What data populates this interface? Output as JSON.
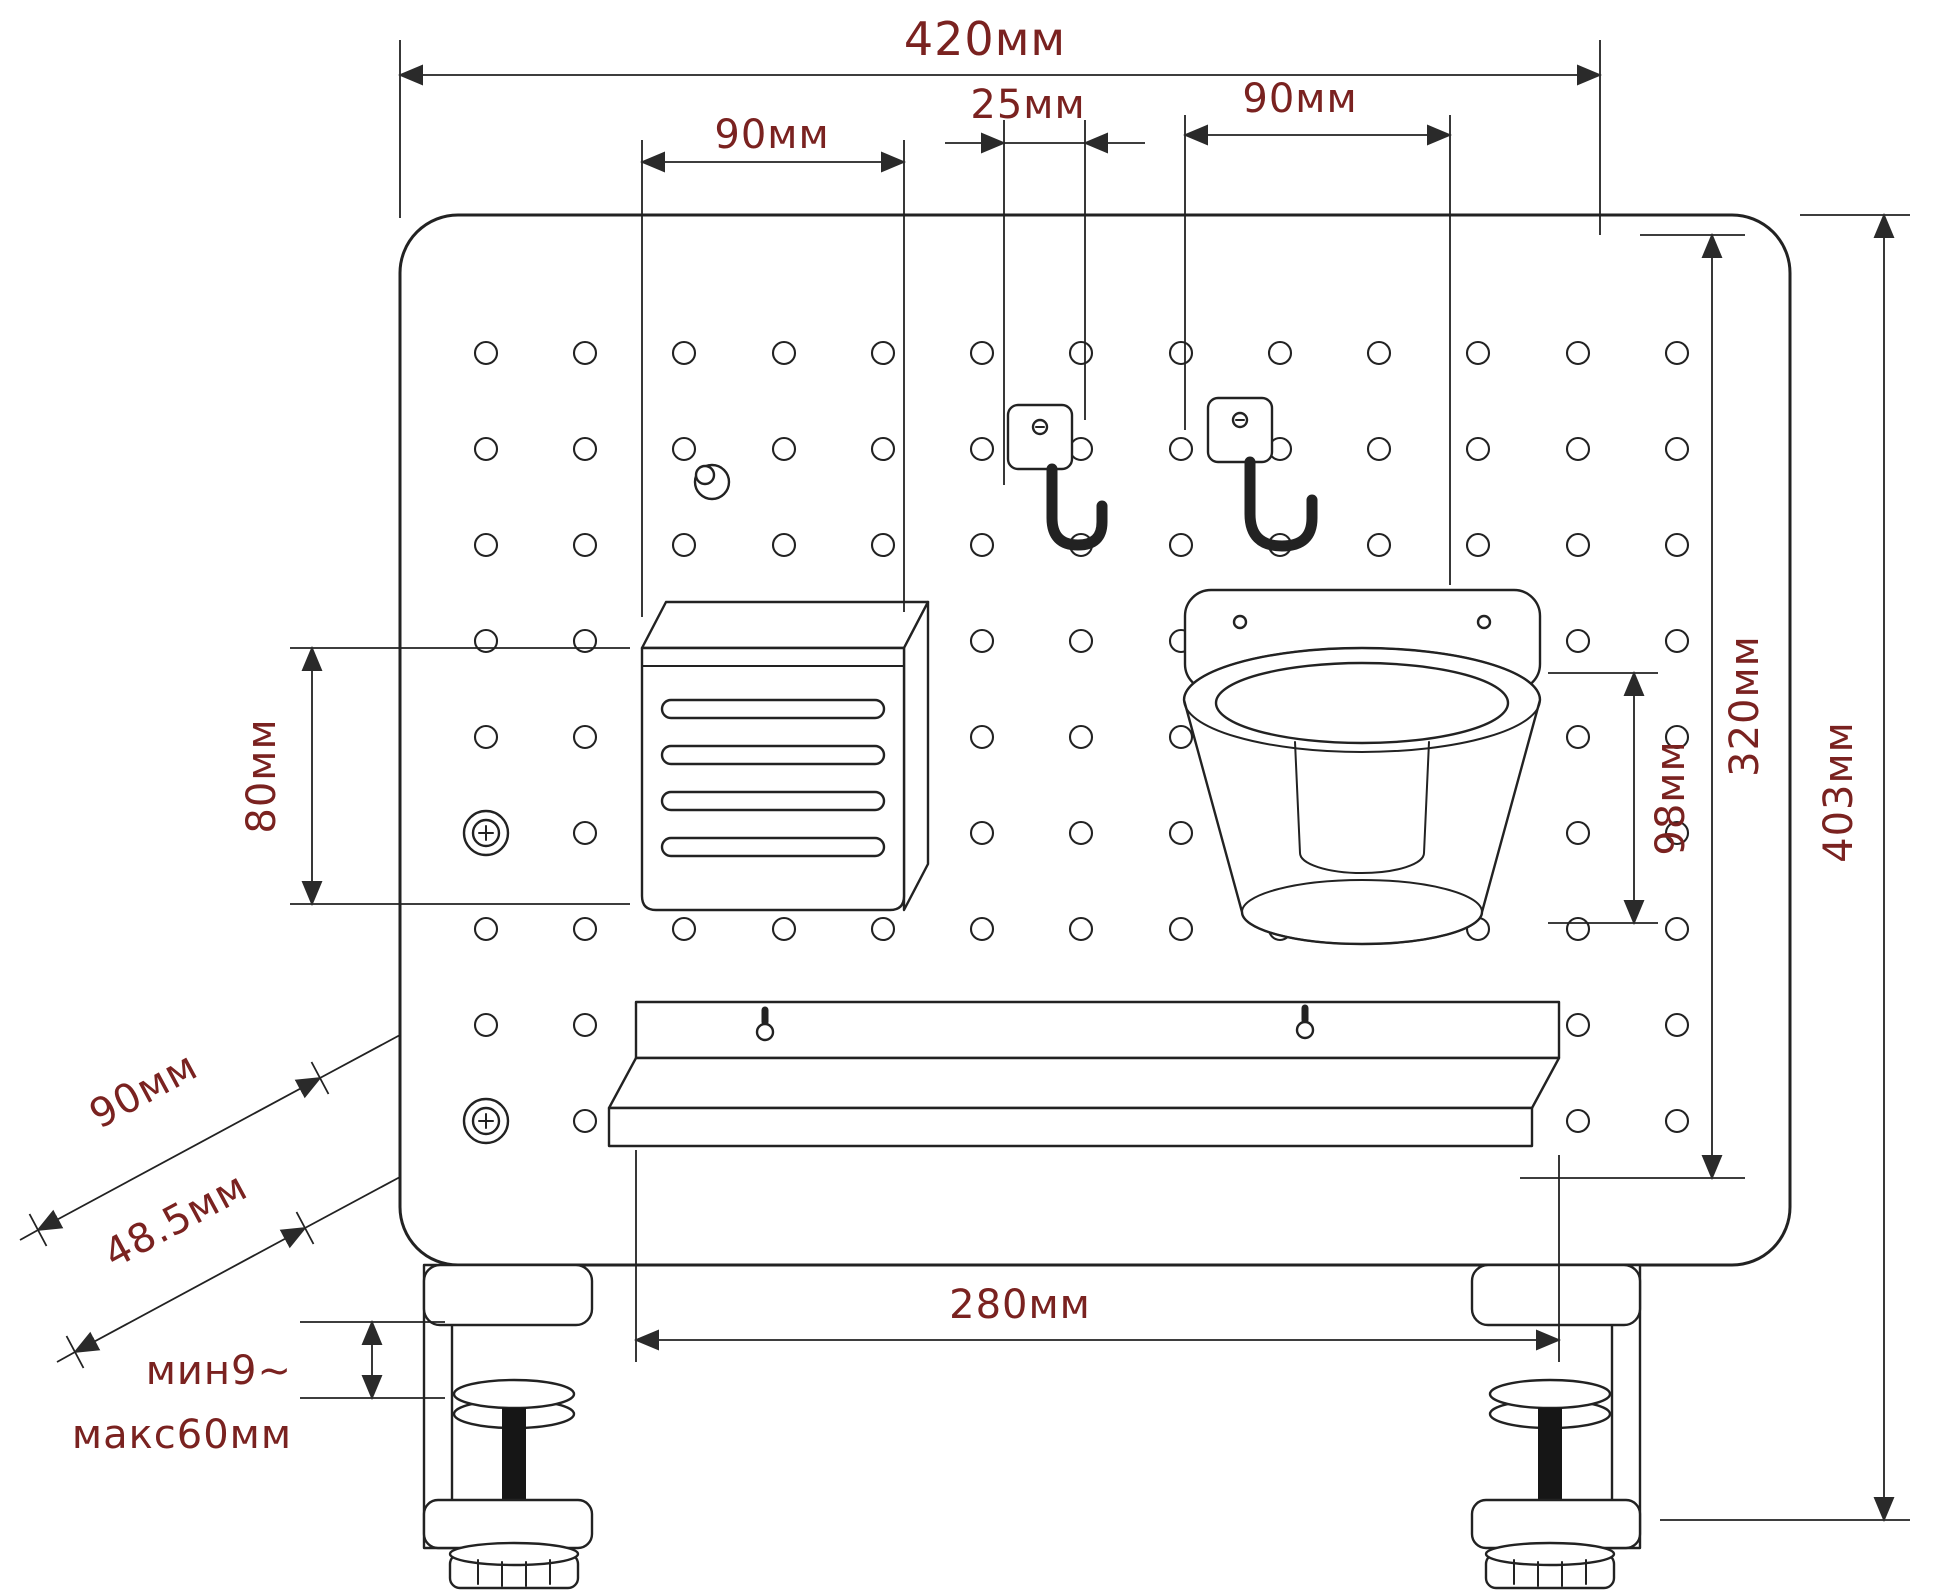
{
  "diagram": {
    "type": "technical-dimension-drawing",
    "subject": "clamp-on desk pegboard organizer with basket, cup holder, hooks and shelf",
    "units": "мм",
    "line_color": "#222222",
    "label_color": "#7a2220",
    "dimensions": {
      "panel_width": "420мм",
      "left_span": "90мм",
      "hook_offset": "25мм",
      "right_span": "90мм",
      "basket_height": "80мм",
      "cup_height": "98мм",
      "board_height": "320мм",
      "total_height": "403мм",
      "shelf_length": "280мм",
      "depth": "90мм",
      "clamp_depth": "48.5мм",
      "desk_thickness_min": "мин9~",
      "desk_thickness_max": "макс60мм"
    }
  }
}
